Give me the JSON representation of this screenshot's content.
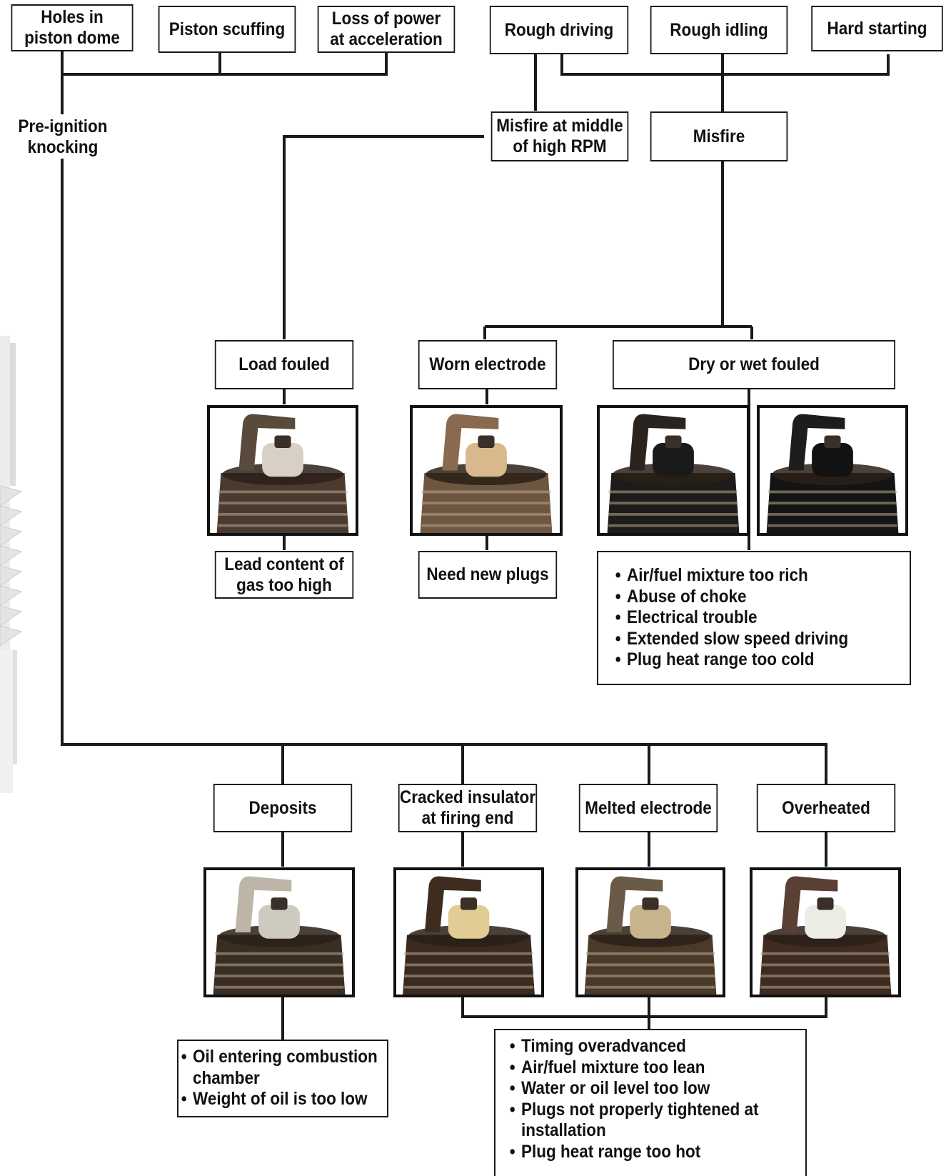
{
  "top_symptoms": {
    "holes": "Holes in\npiston dome",
    "scuffing": "Piston scuffing",
    "loss_power": "Loss of power\nat acceleration",
    "rough_driving": "Rough driving",
    "rough_idling": "Rough idling",
    "hard_starting": "Hard starting"
  },
  "pre_ignition": "Pre-ignition\nknocking",
  "misfire_mid": "Misfire at middle\nof high RPM",
  "misfire": "Misfire",
  "conditions_upper": {
    "load_fouled": "Load fouled",
    "worn_electrode": "Worn electrode",
    "dry_wet": "Dry or wet fouled"
  },
  "causes_upper": {
    "lead": "Lead content of\ngas too high",
    "new_plugs": "Need new plugs",
    "dry_wet_list": [
      "Air/fuel mixture too rich",
      "Abuse of choke",
      "Electrical trouble",
      "Extended slow speed driving",
      "Plug heat range too cold"
    ]
  },
  "conditions_lower": {
    "deposits": "Deposits",
    "cracked": "Cracked insulator\nat firing end",
    "melted": "Melted electrode",
    "overheated": "Overheated"
  },
  "causes_lower": {
    "deposits_list": [
      "Oil entering combustion\nchamber",
      "Weight of oil is too low"
    ],
    "heat_list": [
      "Timing overadvanced",
      "Air/fuel mixture too lean",
      "Water or oil level too low",
      "Plugs not properly tightened at\ninstallation",
      "Plug heat range too hot"
    ]
  },
  "photos": [
    {
      "name": "load-fouled-plug-photo",
      "deposit": "#4a3a30",
      "insulator": "#d8d0c4",
      "electrode": "#5a4a3c"
    },
    {
      "name": "worn-electrode-plug-photo",
      "deposit": "#6e5640",
      "insulator": "#d9b88e",
      "electrode": "#8a6a4e"
    },
    {
      "name": "dry-fouled-plug-photo",
      "deposit": "#1e1c1a",
      "insulator": "#1a1a1a",
      "electrode": "#2a2420"
    },
    {
      "name": "wet-fouled-plug-photo",
      "deposit": "#141414",
      "insulator": "#121212",
      "electrode": "#1d1d1d"
    },
    {
      "name": "deposits-plug-photo",
      "deposit": "#3a2e24",
      "insulator": "#cfcac0",
      "electrode": "#bdb6a8"
    },
    {
      "name": "cracked-insulator-plug-photo",
      "deposit": "#3a2a20",
      "insulator": "#e0cc94",
      "electrode": "#3e2c20"
    },
    {
      "name": "melted-electrode-plug-photo",
      "deposit": "#4a3a2a",
      "insulator": "#c8b48c",
      "electrode": "#6a5a48"
    },
    {
      "name": "overheated-plug-photo",
      "deposit": "#3e2c22",
      "insulator": "#ecebe4",
      "electrode": "#5a4034"
    }
  ]
}
